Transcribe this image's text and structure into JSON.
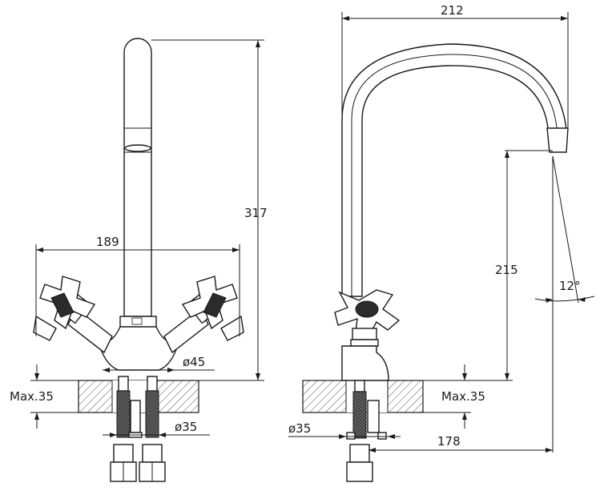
{
  "front_view": {
    "total_height": "317",
    "handle_span": "189",
    "base_diameter": "ø45",
    "max_thickness": "Max.35",
    "mount_diameter": "ø35"
  },
  "side_view": {
    "spout_reach": "212",
    "spout_height": "215",
    "spout_angle": "12°",
    "max_thickness": "Max.35",
    "mount_diameter": "ø35",
    "base_to_outlet": "178"
  }
}
